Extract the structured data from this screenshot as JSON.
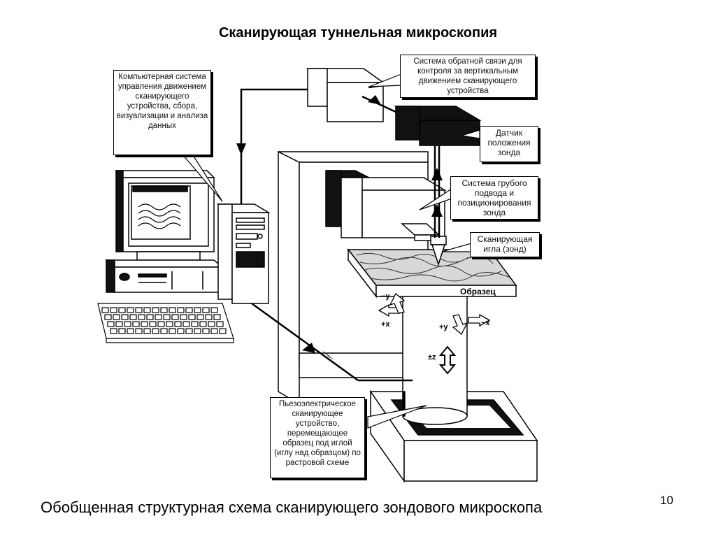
{
  "title": "Сканирующая туннельная микроскопия",
  "caption": "Обобщенная структурная схема сканирующего зондового микроскопа",
  "page_number": "10",
  "callouts": {
    "computer": "Компьютерная система управления движением сканирующего устройства, сбора, визуализации и анализа данных",
    "feedback": "Система обратной связи для контроля за вертикальным движением сканирующего устройства",
    "sensor": "Датчик положения зонда",
    "coarse": "Системa грубого подвода и позиционирования зонда",
    "probe": "Сканирующая игла (зонд)",
    "piezo": "Пьезоэлектрическое сканирующее устройство, перемещающее образец под иглой (иглу над образцом) по растровой схеме"
  },
  "labels": {
    "sample": "Образец",
    "minus_y": "−y",
    "plus_x": "+x",
    "plus_y": "+y",
    "minus_x": "−x",
    "pm_z": "±z"
  },
  "icons": [
    "computer-monitor-icon",
    "keyboard-icon",
    "system-unit-icon",
    "microscope-icon"
  ]
}
